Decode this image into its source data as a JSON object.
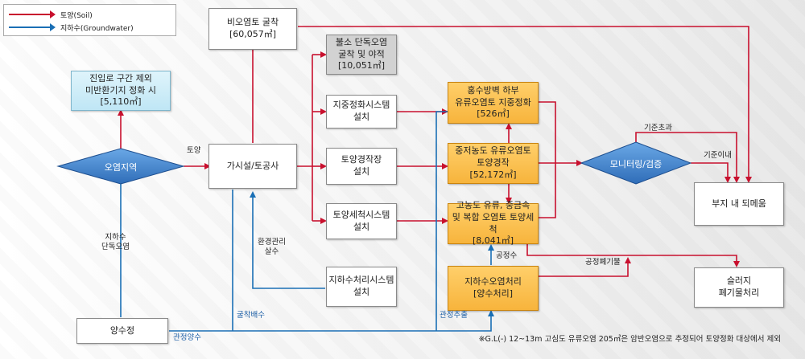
{
  "legend": {
    "soil": "토양(Soil)",
    "groundwater": "지하수(Groundwater)"
  },
  "colors": {
    "soil": "#c8102e",
    "groundwater": "#1a6fb5",
    "orange_box": "#f7b43c",
    "gray_box": "#d2d2d2",
    "diamond": "#3d7cc9"
  },
  "nodes": {
    "bioyeomto": [
      "비오염토 굴착",
      "[60,057㎥]"
    ],
    "bulso": [
      "불소 단독오염",
      "굴착 및 야적",
      "[10,051㎥]"
    ],
    "jinip": [
      "진입로 구간 제외",
      "미반환기지 정화 시",
      "[5,110㎥]"
    ],
    "jijung_system": [
      "지중정화시스템",
      "설치"
    ],
    "hongsu": [
      "홍수방벽 하부",
      "유류오염토 지중정화",
      "[526㎥]"
    ],
    "oyeom_area": "오염지역",
    "gasiseol": "가시설/토공사",
    "toyang_jang": [
      "토양경작장",
      "설치"
    ],
    "jungjeo": [
      "중저농도 유류오염토",
      "토양경작",
      "[52,172㎥]"
    ],
    "monitoring": "모니터링/검증",
    "buji": "부지 내 되메움",
    "sechuk_system": [
      "토양세척시스템",
      "설치"
    ],
    "gonongdo": [
      "고농도 유류, 중금속",
      "및 복합 오염토 토양세척",
      "[8,041㎥]"
    ],
    "jihasu_system": [
      "지하수처리시스템",
      "설치"
    ],
    "jihasu_oyeom": [
      "지하수오염처리",
      "[양수처리]"
    ],
    "sludge": [
      "슬러지",
      "폐기물처리"
    ],
    "yangsu": "양수정"
  },
  "labels": {
    "toyang": "토양",
    "jihasu_danok": [
      "지하수",
      "단독오염"
    ],
    "hwangyeong": [
      "환경관리",
      "살수"
    ],
    "gulchak_baesu": "굴착배수",
    "gwanjeong_yangsu": "관정양수",
    "gwanjeong_chuchul": "관정추출",
    "gongjeongsu": "공정수",
    "gongjeong_pyegimul": "공정폐기물",
    "gijun_choga": "기준초과",
    "gijun_inae": "기준이내"
  },
  "footnote": "※G.L(-) 12~13m 고심도 유류오염 205㎥은 암반오염으로 추정되어 토양정화 대상에서 제외"
}
